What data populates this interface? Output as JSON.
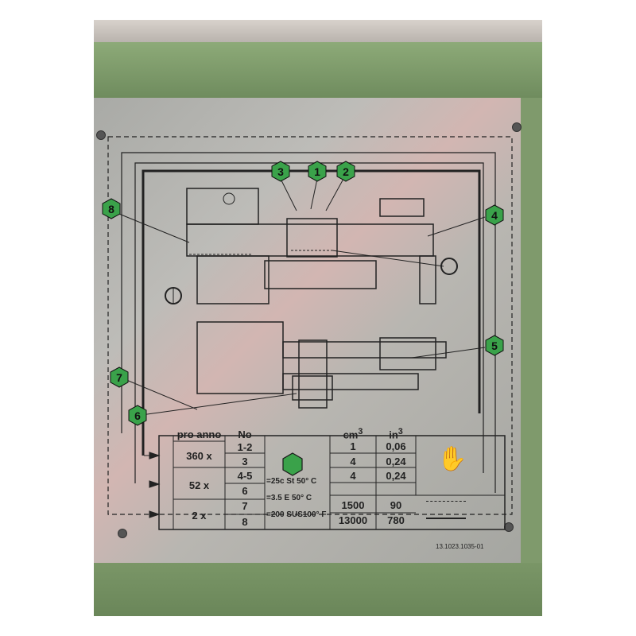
{
  "plate": {
    "callouts": [
      "1",
      "2",
      "3",
      "4",
      "5",
      "6",
      "7",
      "8"
    ],
    "table": {
      "headers": {
        "frequency": "pro anno",
        "number": "No",
        "cm3": "cm",
        "cm3_sup": "3",
        "in3": "in",
        "in3_sup": "3"
      },
      "rows": [
        {
          "frequency": "360 x",
          "numbers": [
            "1-2",
            "3"
          ]
        },
        {
          "frequency": "52 x",
          "numbers": [
            "4-5",
            "6"
          ]
        },
        {
          "frequency": "2 x",
          "numbers": [
            "7",
            "8"
          ]
        }
      ],
      "oil_specs": [
        "=25c  St 50° C",
        "=3.5  E  50° C",
        "=200  SUS100° F"
      ],
      "volumes_cm3": [
        "1",
        "4",
        "4",
        "1500",
        "13000"
      ],
      "volumes_in3": [
        "0,06",
        "0,24",
        "0,24",
        "90",
        "780"
      ]
    },
    "part_number": "13.1023.1035-01",
    "colors": {
      "hex_green": "#3aa24a",
      "plate": "#b5b5b0",
      "machine_green": "#7f9a6c"
    }
  }
}
